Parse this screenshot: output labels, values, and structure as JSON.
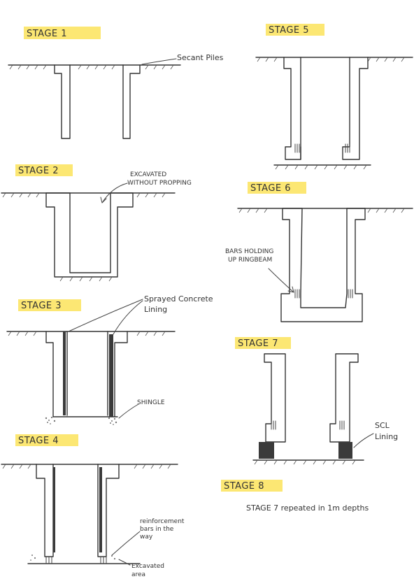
{
  "stages": [
    {
      "id": 1,
      "label": "STAGE 1"
    },
    {
      "id": 2,
      "label": "STAGE 2"
    },
    {
      "id": 3,
      "label": "STAGE 3"
    },
    {
      "id": 4,
      "label": "STAGE 4"
    },
    {
      "id": 5,
      "label": "STAGE 5"
    },
    {
      "id": 6,
      "label": "STAGE 6"
    },
    {
      "id": 7,
      "label": "STAGE 7"
    },
    {
      "id": 8,
      "label": "STAGE 8"
    }
  ],
  "annotations": {
    "secant_piles": "Secant Piles",
    "excavated_line1": "EXCAVATED",
    "excavated_line2": "WITHOUT PROPPING",
    "sprayed_line1": "Sprayed Concrete",
    "sprayed_line2": "Lining",
    "shingle": "SHINGLE",
    "reinf_line1": "reinforcement",
    "reinf_line2": "bars in the",
    "reinf_line3": "way",
    "excavated_area_line1": "Excavated",
    "excavated_area_line2": "area",
    "bars_line1": "BARS HOLDING",
    "bars_line2": "UP RINGBEAM",
    "scl_line1": "SCL",
    "scl_line2": "Lining",
    "stage8_text": "STAGE 7 repeated in 1m depths"
  },
  "colors": {
    "highlight": "#fbe35a",
    "ink": "#333333"
  }
}
